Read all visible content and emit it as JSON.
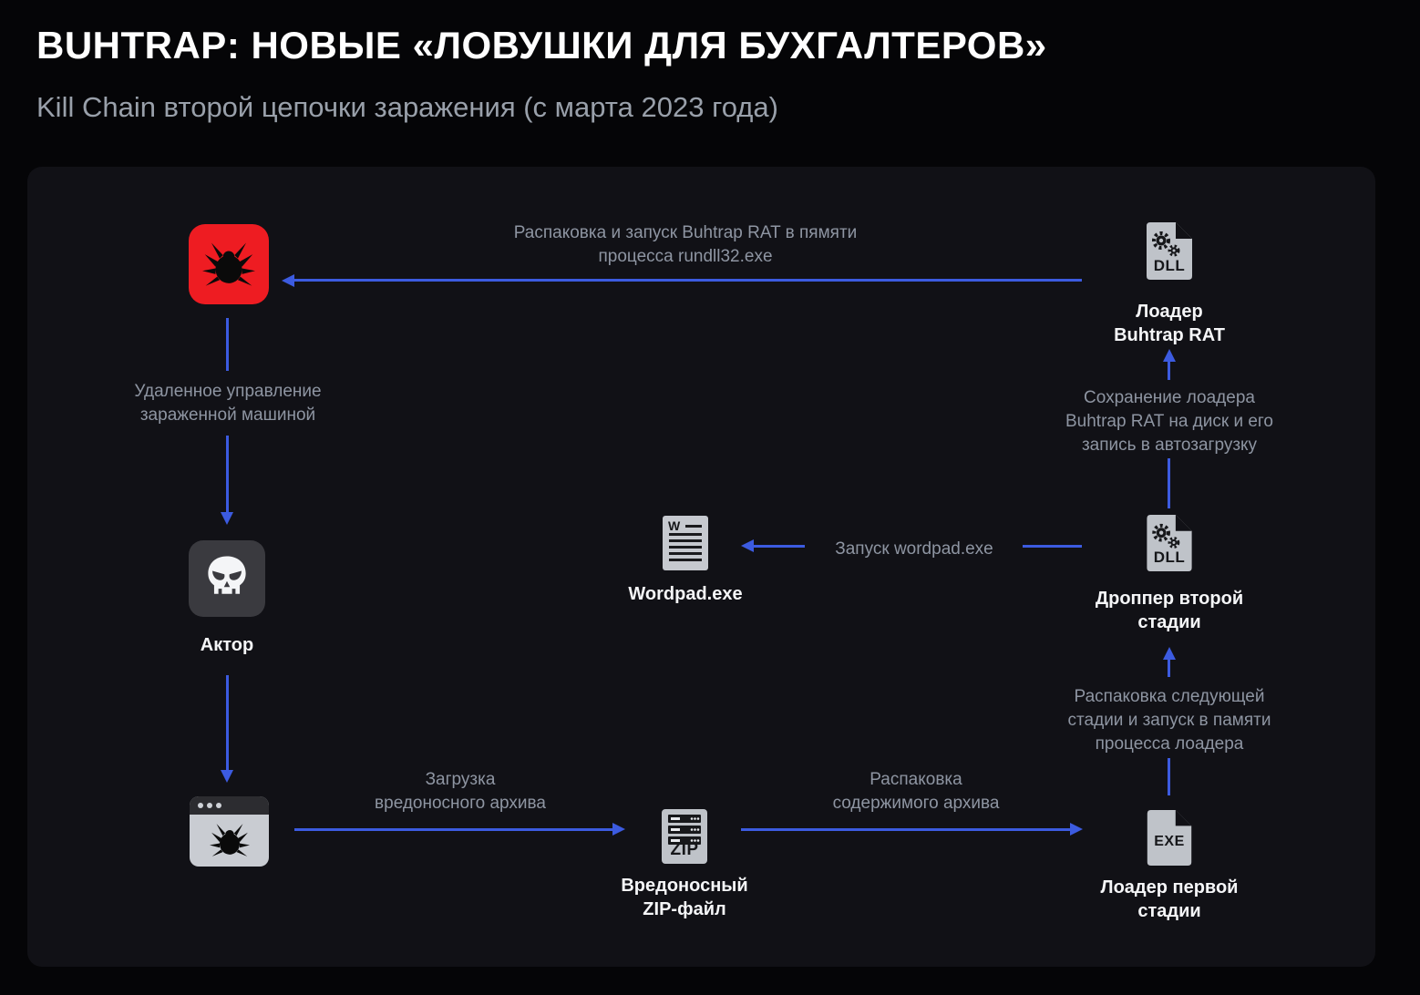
{
  "header": {
    "title": "BUHTRAP: НОВЫЕ «ЛОВУШКИ ДЛЯ БУХГАЛТЕРОВ»",
    "subtitle": "Kill Chain второй цепочки заражения (с марта 2023 года)"
  },
  "colors": {
    "background": "#050507",
    "panel": "#111116",
    "arrow_accent": "#3c5be0",
    "malware_red": "#ee1c22",
    "icon_gray": "#bfc3c9",
    "label_text": "#f5f6f8",
    "annotation_text": "#8e95a2"
  },
  "diagram": {
    "nodes": {
      "rat": {
        "icon": "bug-malware-icon"
      },
      "loader_rat": {
        "badge": "DLL",
        "label": "Лоадер\nBuhtrap RAT"
      },
      "actor": {
        "icon": "skull-icon",
        "label": "Актор"
      },
      "browser": {
        "icon": "infected-browser-icon"
      },
      "zip": {
        "badge": "ZIP",
        "label": "Вредоносный\nZIP-файл"
      },
      "exe": {
        "badge": "EXE",
        "label": "Лоадер первой\nстадии"
      },
      "dropper": {
        "badge": "DLL",
        "label": "Дроппер второй\nстадии"
      },
      "wordpad": {
        "badge": "W",
        "label": "Wordpad.exe"
      }
    },
    "edges": {
      "unpack_run_rat": "Распаковка и запуск Buhtrap RAT в пямяти\nпроцесса rundll32.exe",
      "remote_control": "Удаленное управление\nзараженной машиной",
      "download_archive": "Загрузка\nвредоносного архива",
      "unpack_archive": "Распаковка\nсодержимого архива",
      "unpack_next_stage": "Распаковка следующей\nстадии и запуск в памяти\nпроцесса лоадера",
      "run_wordpad": "Запуск wordpad.exe",
      "save_loader": "Сохранение лоадера\nBuhtrap RAT на диск и его\nзапись в автозагрузку"
    }
  }
}
